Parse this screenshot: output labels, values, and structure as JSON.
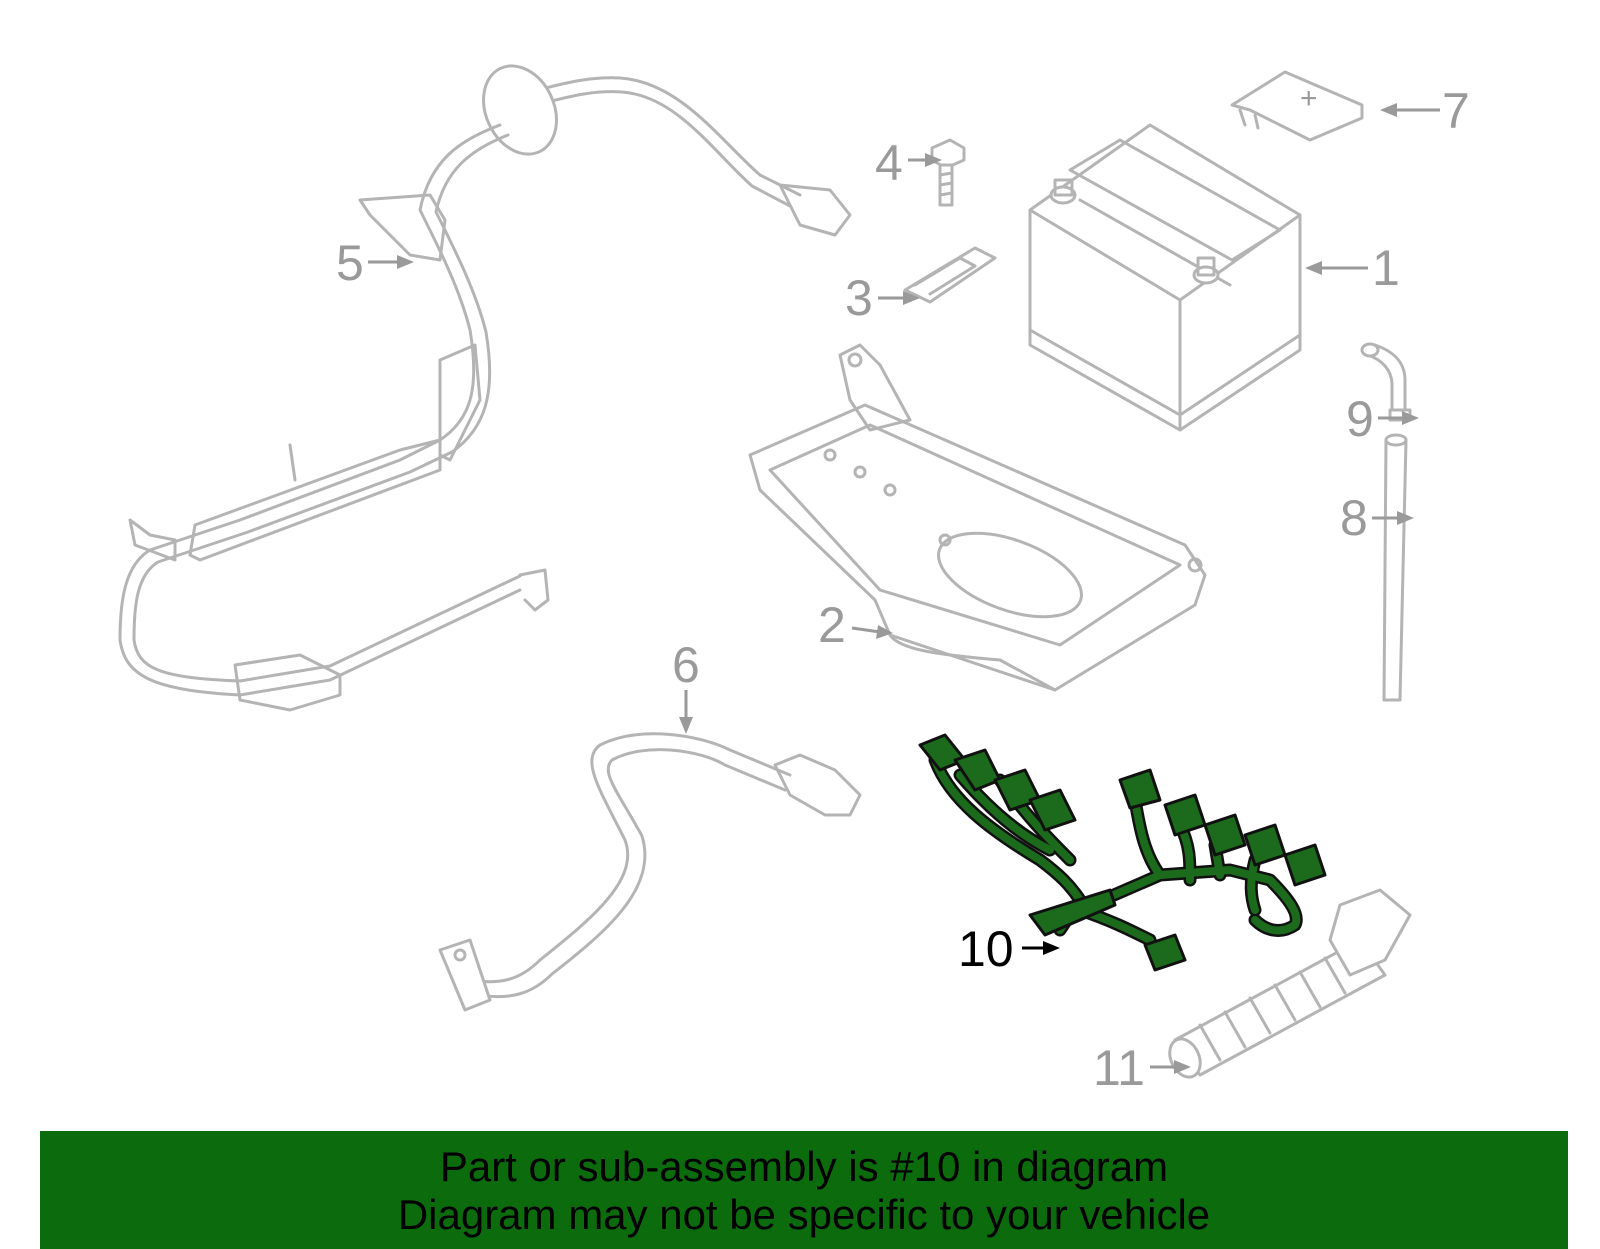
{
  "callouts": [
    {
      "label": "1"
    },
    {
      "label": "2"
    },
    {
      "label": "3"
    },
    {
      "label": "4"
    },
    {
      "label": "5"
    },
    {
      "label": "6"
    },
    {
      "label": "7"
    },
    {
      "label": "8"
    },
    {
      "label": "9"
    },
    {
      "label": "10"
    },
    {
      "label": "11"
    }
  ],
  "battery_cover_symbol": "+",
  "highlight": {
    "part_number": "10",
    "color": "#1c6b1c"
  },
  "banner": {
    "line1": "Part or sub-assembly is #10 in diagram",
    "line2": "Diagram may not be specific to your vehicle",
    "color": "#0c6b0c"
  }
}
